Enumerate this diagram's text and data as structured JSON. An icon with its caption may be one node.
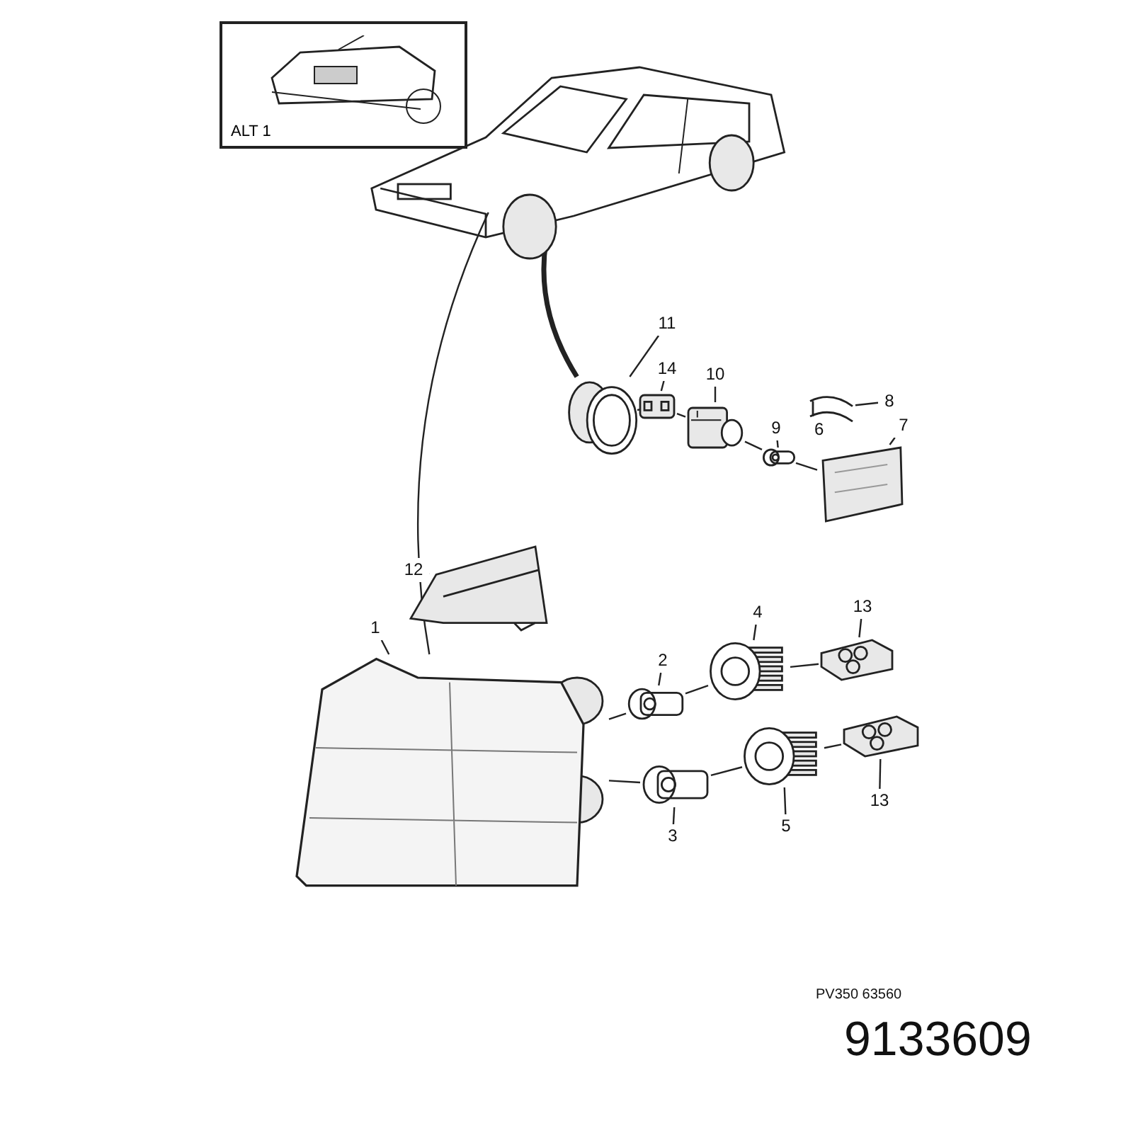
{
  "diagram": {
    "nodes": [
      {
        "text": [
          "ALT 1"
        ]
      },
      {
        "text": [],
        "shape": "picture"
      },
      {
        "text": [
          "11"
        ]
      },
      {
        "text": [],
        "shape": "picture"
      },
      {
        "text": [
          "14"
        ]
      },
      {
        "text": [],
        "shape": "picture"
      },
      {
        "text": [
          "10"
        ]
      },
      {
        "text": [],
        "shape": "picture"
      },
      {
        "text": [
          "8"
        ]
      },
      {
        "text": [],
        "shape": "picture"
      },
      {
        "text": [
          "9"
        ]
      },
      {
        "text": [],
        "shape": "picture"
      },
      {
        "text": [
          "7"
        ]
      },
      {
        "text": [],
        "shape": "picture"
      },
      {
        "text": [
          "12"
        ]
      },
      {
        "text": [],
        "shape": "picture"
      },
      {
        "text": [
          "1"
        ]
      },
      {
        "text": [],
        "shape": "picture"
      },
      {
        "text": [
          "2"
        ]
      },
      {
        "text": [],
        "shape": "picture"
      },
      {
        "text": [
          "4"
        ]
      },
      {
        "text": [],
        "shape": "picture"
      },
      {
        "text": [
          "13"
        ]
      },
      {
        "text": [],
        "shape": "picture"
      },
      {
        "text": [
          "13"
        ]
      },
      {
        "text": [],
        "shape": "picture"
      },
      {
        "text": [
          "3"
        ]
      },
      {
        "text": [],
        "shape": "picture"
      },
      {
        "text": [
          "5"
        ]
      },
      {
        "text": [],
        "shape": "picture"
      }
    ],
    "edges": [
      {
        "from": 2,
        "to": 3,
        "arrow": "none"
      },
      {
        "from": 4,
        "to": 5,
        "arrow": "none"
      },
      {
        "from": 6,
        "to": 7,
        "arrow": "none"
      },
      {
        "from": 8,
        "to": 9,
        "arrow": "none"
      },
      {
        "from": 10,
        "to": 11,
        "arrow": "none"
      },
      {
        "from": 12,
        "to": 13,
        "arrow": "none"
      },
      {
        "from": 14,
        "to": 15,
        "arrow": "none"
      },
      {
        "from": 16,
        "to": 17,
        "arrow": "none"
      },
      {
        "from": 18,
        "to": 19,
        "arrow": "none"
      },
      {
        "from": 20,
        "to": 21,
        "arrow": "none"
      },
      {
        "from": 22,
        "to": 23,
        "arrow": "none"
      },
      {
        "from": 24,
        "to": 25,
        "arrow": "none"
      },
      {
        "from": 26,
        "to": 27,
        "arrow": "none"
      },
      {
        "from": 28,
        "to": 29,
        "arrow": "none"
      },
      {
        "from": 1,
        "to": 17,
        "arrow": "none"
      },
      {
        "from": 1,
        "to": 3,
        "arrow": "none",
        "style": "thick"
      },
      {
        "from": 3,
        "to": 5,
        "arrow": "none"
      },
      {
        "from": 5,
        "to": 7,
        "arrow": "none"
      },
      {
        "from": 7,
        "to": 11,
        "arrow": "none"
      },
      {
        "from": 11,
        "to": 13,
        "arrow": "none"
      },
      {
        "from": 17,
        "to": 19,
        "arrow": "none"
      },
      {
        "from": 19,
        "to": 21,
        "arrow": "none"
      },
      {
        "from": 21,
        "to": 23,
        "arrow": "none"
      },
      {
        "from": 17,
        "to": 27,
        "arrow": "none"
      },
      {
        "from": 27,
        "to": 29,
        "arrow": "none"
      },
      {
        "from": 29,
        "to": 25,
        "arrow": "none"
      }
    ],
    "labels": [
      "6",
      "PV350 63560",
      "9133609"
    ]
  }
}
